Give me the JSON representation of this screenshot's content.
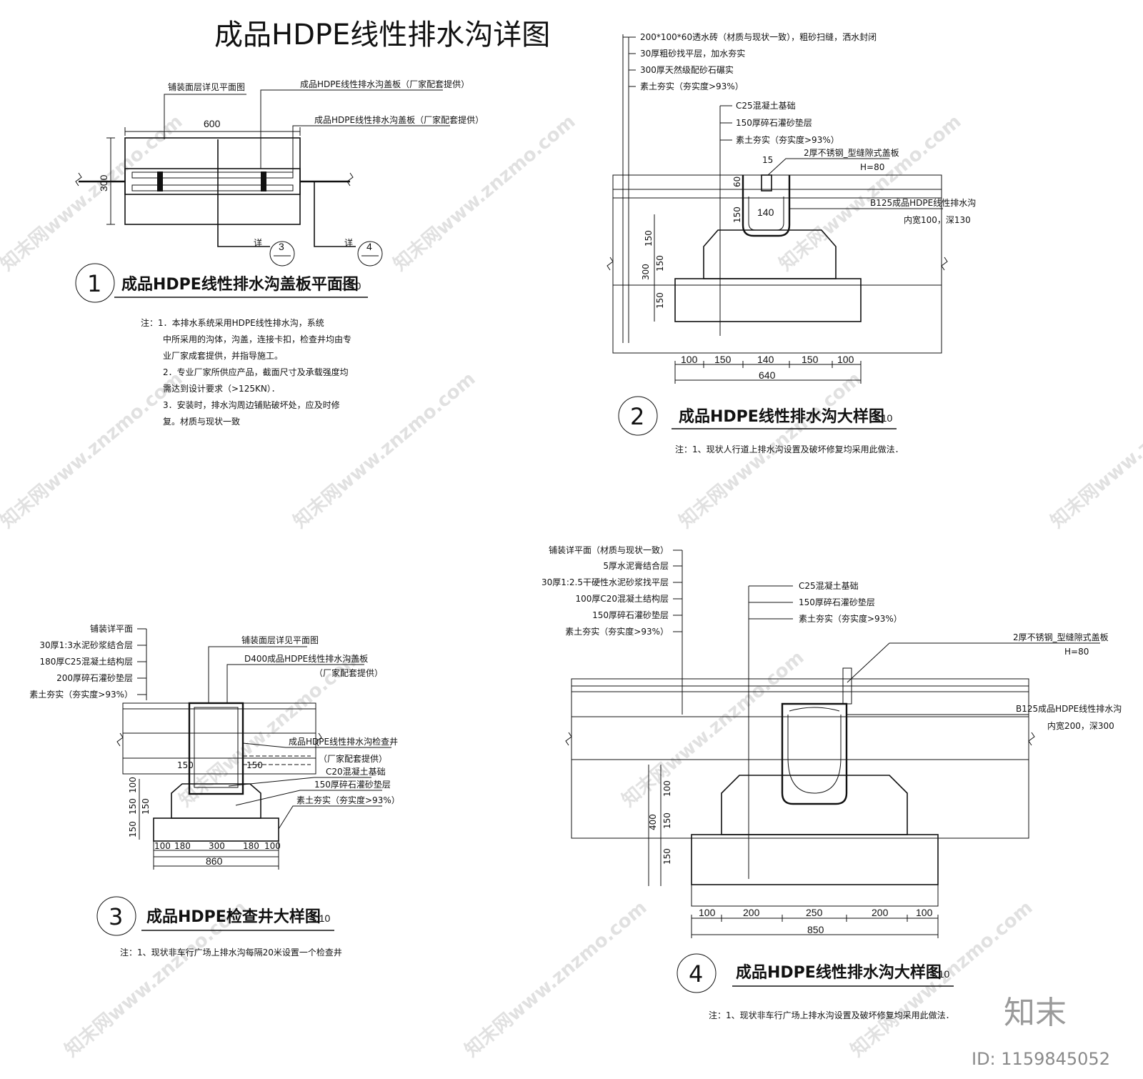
{
  "title": "成品HDPE线性排水沟详图",
  "d1": {
    "no": "1",
    "title": "成品HDPE线性排水沟盖板平面图",
    "scale": "1:10",
    "callout_top": "铺装面层详见平面图",
    "callout_cover1": "成品HDPE线性排水沟盖板（厂家配套提供）",
    "callout_cover2": "成品HDPE线性排水沟盖板（厂家配套提供）",
    "dim_w": "600",
    "dim_h": "300",
    "ref3_label": "详",
    "ref3_no": "3",
    "ref4_label": "详",
    "ref4_no": "4",
    "notes": [
      "注：1．本排水系统采用HDPE线性排水沟，系统",
      "中所采用的沟体，沟盖，连接卡扣，检查井均由专",
      "业厂家成套提供，并指导施工。",
      "2．专业厂家所供应产品，截面尺寸及承载强度均",
      "需达到设计要求（>125KN）．",
      "3．安装时，排水沟周边铺贴破坏处，应及时修",
      "复。材质与现状一致"
    ]
  },
  "d2": {
    "no": "2",
    "title": "成品HDPE线性排水沟大样图",
    "scale": "1:10",
    "layers": [
      "200*100*60透水砖（材质与现状一致），粗砂扫缝，洒水封闭",
      "30厚粗砂找平层，加水夯实",
      "300厚天然级配砂石碾实",
      "素土夯实（夯实度>93%）"
    ],
    "base": [
      "C25混凝土基础",
      "150厚碎石灌砂垫层",
      "素土夯实（夯实度>93%）"
    ],
    "cover": "2厚不锈钢_型缝隙式盖板",
    "cover_h": "H=80",
    "channel": "B125成品HDPE线性排水沟",
    "channel_size": "内宽100，深130",
    "dim_15": "15",
    "dim_60": "60",
    "dim_140": "140",
    "dim_150a": "150",
    "v_dims": [
      "150",
      "150",
      "150",
      "300"
    ],
    "bottom_dims": [
      "100",
      "150",
      "140",
      "150",
      "100"
    ],
    "total": "640",
    "note": "注：1、现状人行道上排水沟设置及破坏修复均采用此做法．"
  },
  "d3": {
    "no": "3",
    "title": "成品HDPE检查井大样图",
    "scale": "1:10",
    "layers": [
      "铺装详平面",
      "30厚1:3水泥砂浆结合层",
      "180厚C25混凝土结构层",
      "200厚碎石灌砂垫层",
      "素土夯实（夯实度>93%）"
    ],
    "callout_top": "铺装面层详见平面图",
    "cover": "D400成品HDPE线性排水沟盖板",
    "cover_sub": "（厂家配套提供）",
    "well": "成品HDPE线性排水沟检查井",
    "well_sub": "（厂家配套提供）",
    "base": [
      "C20混凝土基础",
      "150厚碎石灌砂垫层",
      "素土夯实（夯实度>93%）"
    ],
    "dim_150a": "150",
    "dim_150b": "150",
    "v_dims": [
      "100",
      "150",
      "150",
      "150"
    ],
    "bottom_dims": [
      "100",
      "180",
      "300",
      "180",
      "100"
    ],
    "total": "860",
    "note": "注：1、现状非车行广场上排水沟每隔20米设置一个检查井"
  },
  "d4": {
    "no": "4",
    "title": "成品HDPE线性排水沟大样图",
    "scale": "1:10",
    "layers": [
      "铺装详平面（材质与现状一致）",
      "5厚水泥膏结合层",
      "30厚1:2.5干硬性水泥砂浆找平层",
      "100厚C20混凝土结构层",
      "150厚碎石灌砂垫层",
      "素土夯实（夯实度>93%）"
    ],
    "base": [
      "C25混凝土基础",
      "150厚碎石灌砂垫层",
      "素土夯实（夯实度>93%）"
    ],
    "cover": "2厚不锈钢_型缝隙式盖板",
    "cover_h": "H=80",
    "channel": "B125成品HDPE线性排水沟",
    "channel_size": "内宽200，深300",
    "v_dims": [
      "100",
      "150",
      "400",
      "150"
    ],
    "bottom_dims": [
      "100",
      "200",
      "250",
      "200",
      "100"
    ],
    "total": "850",
    "note": "注：1、现状非车行广场上排水沟设置及破坏修复均采用此做法．"
  },
  "watermark": "知末网www.znzmo.com",
  "brand": "知末",
  "id_label": "ID: 1159845052"
}
